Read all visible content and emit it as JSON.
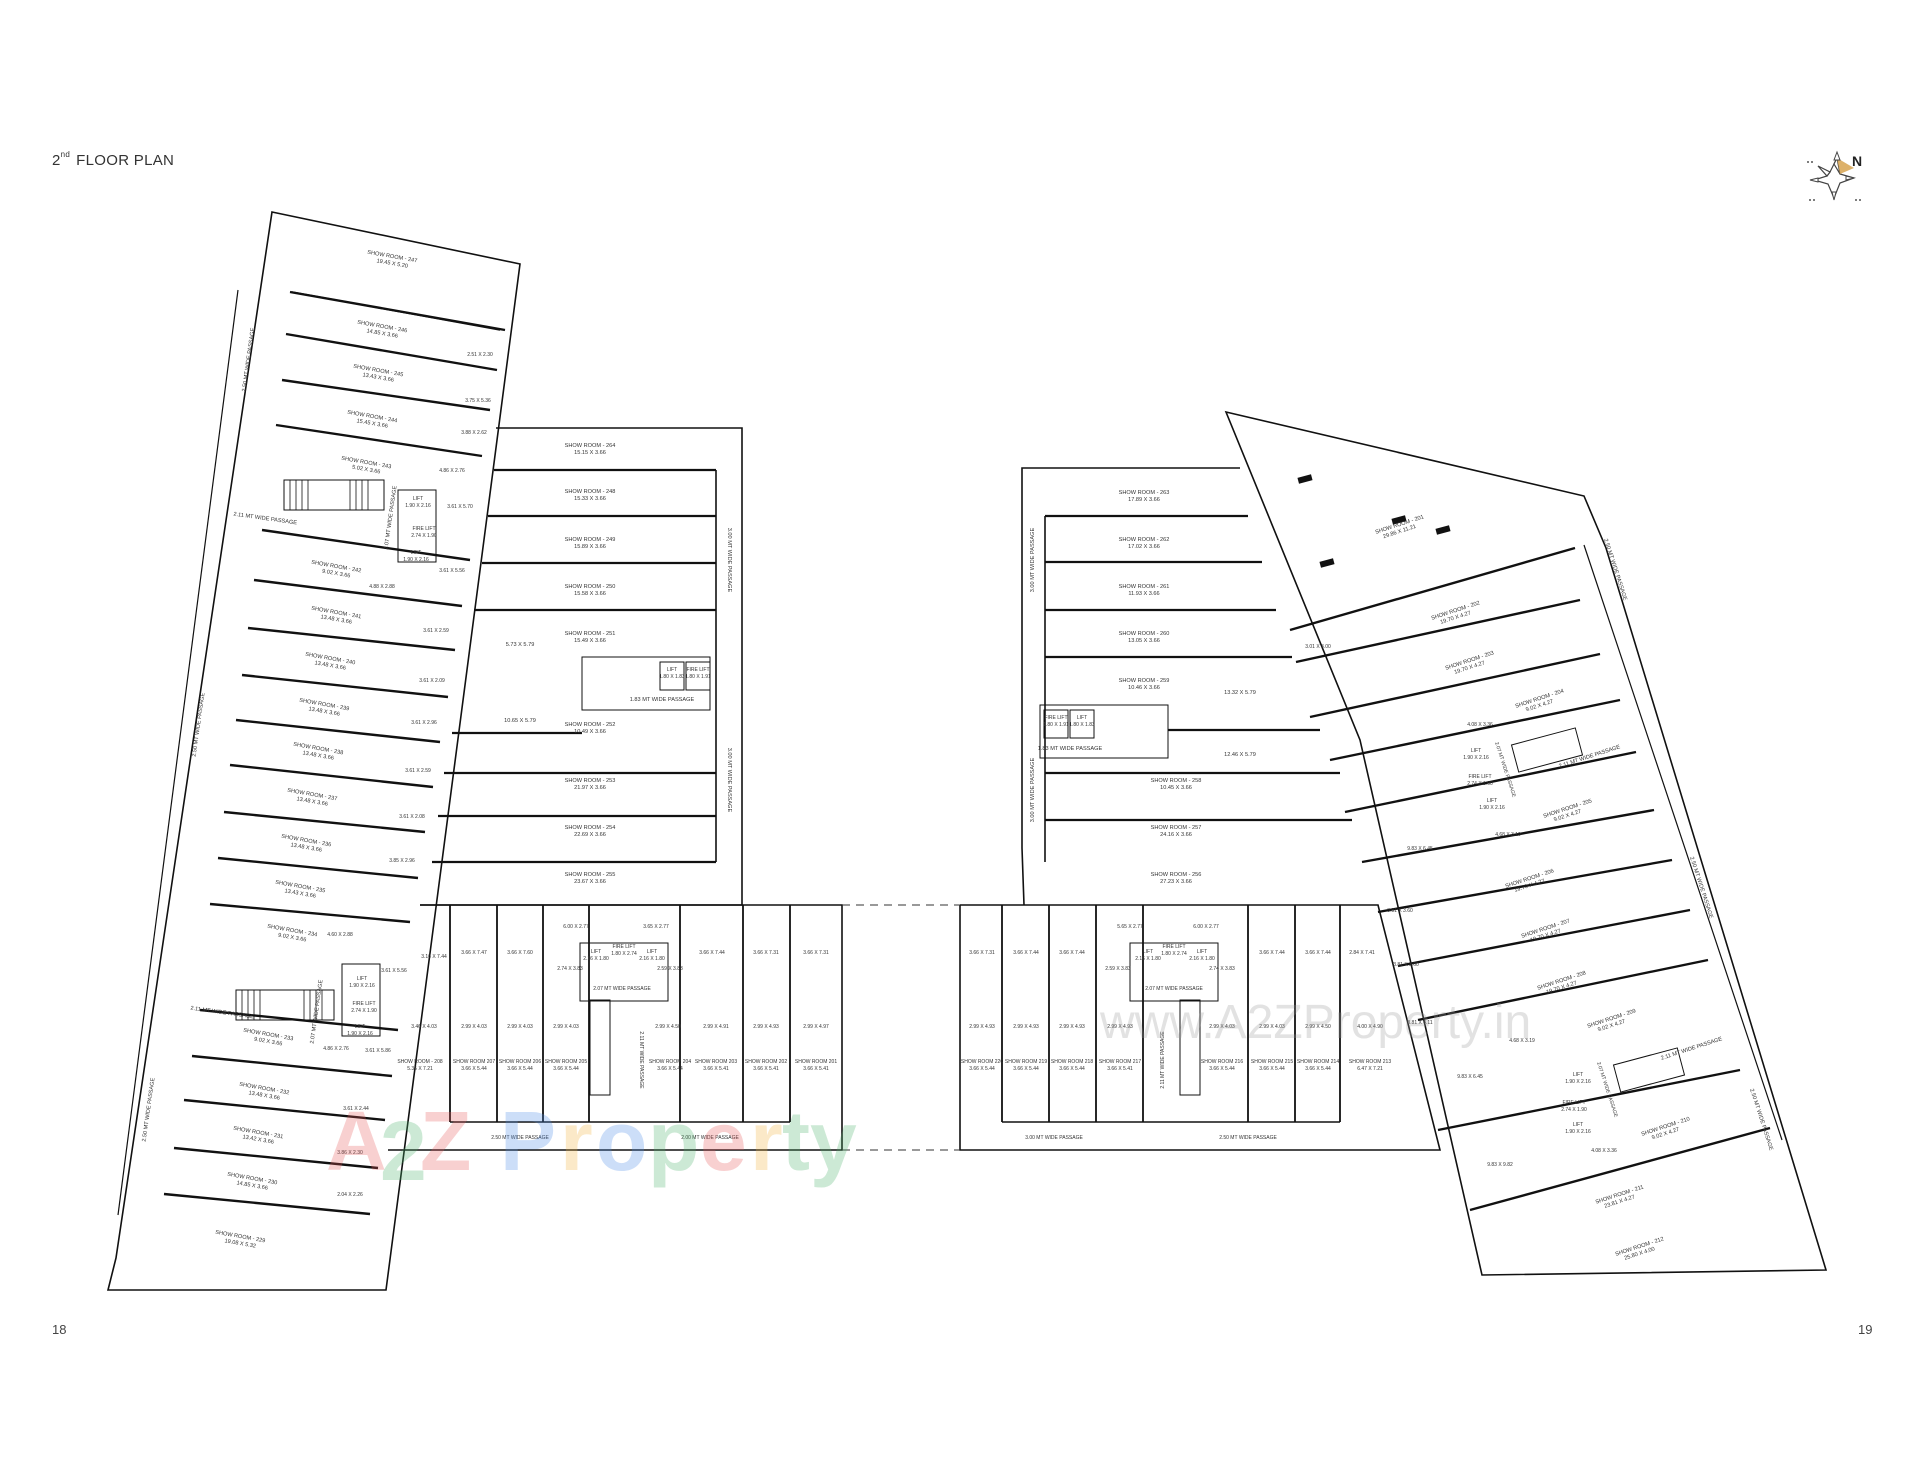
{
  "header": {
    "title_ordinal": "2",
    "title_suffix": "nd",
    "title_text": "FLOOR PLAN"
  },
  "compass": {
    "label": "N",
    "icon": "compass-north-icon",
    "accent_color": "#d9a85a"
  },
  "footer": {
    "page_left": "18",
    "page_right": "19"
  },
  "watermarks": {
    "logo_text": "A2Z Property",
    "url_text": "www.A2ZProperty.in",
    "colors": [
      "#e8585a",
      "#4db36b",
      "#4a8be8",
      "#f2b43c",
      "#4db36b",
      "#e8585a"
    ]
  },
  "plan": {
    "left_wing": {
      "passage_outer": "2.50 MT WIDE PASSAGE",
      "passage_upper": "2.11 MT WIDE PASSAGE",
      "passage_lower": "2.11 MT WIDE PASSAGE",
      "core_passage_upper": "2.07 MT WIDE PASSAGE",
      "core_passage_lower": "2.07 MT WIDE PASSAGE",
      "showrooms": [
        {
          "name": "SHOW ROOM - 247",
          "size": "19.45 X 5.20"
        },
        {
          "name": "SHOW ROOM - 246",
          "size": "14.85 X 3.66"
        },
        {
          "name": "SHOW ROOM - 245",
          "size": "13.43 X 3.66"
        },
        {
          "name": "SHOW ROOM - 244",
          "size": "15.45 X 3.66"
        },
        {
          "name": "SHOW ROOM - 243",
          "size": "5.02 X 3.66"
        },
        {
          "name": "SHOW ROOM - 242",
          "size": "9.02 X 3.66"
        },
        {
          "name": "SHOW ROOM - 241",
          "size": "13.48 X 3.66"
        },
        {
          "name": "SHOW ROOM - 240",
          "size": "13.48 X 3.66"
        },
        {
          "name": "SHOW ROOM - 239",
          "size": "13.48 X 3.66"
        },
        {
          "name": "SHOW ROOM - 238",
          "size": "13.48 X 3.66"
        },
        {
          "name": "SHOW ROOM - 237",
          "size": "13.48 X 3.66"
        },
        {
          "name": "SHOW ROOM - 236",
          "size": "13.48 X 3.66"
        },
        {
          "name": "SHOW ROOM - 235",
          "size": "13.43 X 3.66"
        },
        {
          "name": "SHOW ROOM - 234",
          "size": "9.02 X 3.66"
        },
        {
          "name": "SHOW ROOM - 233",
          "size": "9.02 X 3.66"
        },
        {
          "name": "SHOW ROOM - 232",
          "size": "13.48 X 3.66"
        },
        {
          "name": "SHOW ROOM - 231",
          "size": "13.42 X 3.66"
        },
        {
          "name": "SHOW ROOM - 230",
          "size": "14.85 X 3.66"
        },
        {
          "name": "SHOW ROOM - 229",
          "size": "19.08 X 5.32"
        }
      ],
      "annex_sizes": [
        "2.51 X 2.30",
        "3.75 X 5.36",
        "3.88 X 2.62",
        "4.86 X 2.76",
        "3.61 X 5.70",
        "3.61 X 5.56",
        "4.88 X 2.88",
        "3.61 X 2.59",
        "3.61 X 2.09",
        "3.61 X 2.96",
        "3.61 X 2.59",
        "3.61 X 2.08",
        "3.85 X 2.96",
        "4.60 X 2.88",
        "3.61 X 5.56",
        "4.86 X 2.76",
        "3.61 X 5.86",
        "3.61 X 2.44",
        "3.86 X 2.30",
        "2.04 X 2.26"
      ],
      "lifts": [
        {
          "label": "LIFT",
          "size": "1.90 X 2.16"
        },
        {
          "label": "FIRE LIFT",
          "size": "2.74 X 1.90"
        },
        {
          "label": "LIFT",
          "size": "1.90 X 2.16"
        }
      ]
    },
    "center_left": {
      "passage_side": "3.00 MT WIDE PASSAGE",
      "passage_core": "1.83 MT WIDE PASSAGE",
      "showrooms": [
        {
          "name": "SHOW ROOM - 264",
          "size": "15.15 X 3.66"
        },
        {
          "name": "SHOW ROOM - 248",
          "size": "15.33 X 3.66"
        },
        {
          "name": "SHOW ROOM - 249",
          "size": "15.89 X 3.66"
        },
        {
          "name": "SHOW ROOM - 250",
          "size": "15.58 X 3.66"
        },
        {
          "name": "SHOW ROOM - 251",
          "size": "15.49 X 3.66"
        },
        {
          "name": "SHOW ROOM - 252",
          "size": "10.49 X 3.66"
        },
        {
          "name": "SHOW ROOM - 253",
          "size": "21.97 X 3.66"
        },
        {
          "name": "SHOW ROOM - 254",
          "size": "22.69 X 3.66"
        },
        {
          "name": "SHOW ROOM - 255",
          "size": "23.67 X 3.66"
        }
      ],
      "extra_sizes": [
        "5.73 X 5.79",
        "10.65 X 5.79"
      ],
      "lifts": [
        {
          "label": "LIFT",
          "size": "1.80 X 1.83"
        },
        {
          "label": "FIRE LIFT",
          "size": "1.80 X 1.91"
        }
      ]
    },
    "bottom_left": {
      "passage_a": "2.50 MT WIDE PASSAGE",
      "passage_b": "2.00 MT WIDE PASSAGE",
      "passage_core": "2.07 MT WIDE PASSAGE",
      "passage_stair": "2.11 MT WIDE PASSAGE",
      "upper_sizes": [
        "3.16 X 7.44",
        "3.66 X 7.47",
        "3.66 X 7.60",
        "6.00 X 2.77",
        "2.74 X 3.83",
        "3.65 X 2.77",
        "2.59 X 3.83",
        "3.66 X 7.44",
        "3.66 X 7.31",
        "3.66 X 7.31"
      ],
      "mid_sizes": [
        "3.46 X 4.03",
        "2.99 X 4.03",
        "2.99 X 4.03",
        "2.99 X 4.03",
        "2.99 X 4.50",
        "2.99 X 4.91",
        "2.99 X 4.93",
        "2.99 X 4.97"
      ],
      "showrooms": [
        {
          "name": "SHOW ROOM - 208",
          "size": "5.35 X 7.21"
        },
        {
          "name": "SHOW ROOM 207",
          "size": "3.66 X 5.44"
        },
        {
          "name": "SHOW ROOM 206",
          "size": "3.66 X 5.44"
        },
        {
          "name": "SHOW ROOM 205",
          "size": "3.66 X 5.44"
        },
        {
          "name": "SHOW ROOM 204",
          "size": "3.66 X 5.44"
        },
        {
          "name": "SHOW ROOM 203",
          "size": "3.66 X 5.41"
        },
        {
          "name": "SHOW ROOM 202",
          "size": "3.66 X 5.41"
        },
        {
          "name": "SHOW ROOM 201",
          "size": "3.66 X 5.41"
        }
      ],
      "lifts": [
        {
          "label": "LIFT",
          "size": "2.16 X 1.80"
        },
        {
          "label": "FIRE LIFT",
          "size": "1.80 X 2.74"
        },
        {
          "label": "LIFT",
          "size": "2.16 X 1.80"
        }
      ]
    },
    "bottom_right": {
      "passage_a": "3.00 MT WIDE PASSAGE",
      "passage_b": "2.50 MT WIDE PASSAGE",
      "passage_core": "2.07 MT WIDE PASSAGE",
      "passage_stair": "2.11 MT WIDE PASSAGE",
      "upper_sizes": [
        "3.66 X 7.31",
        "3.66 X 7.44",
        "3.66 X 7.44",
        "5.65 X 2.77",
        "2.59 X 3.83",
        "6.00 X 2.77",
        "2.74 X 3.83",
        "3.66 X 7.44",
        "3.66 X 7.44",
        "2.84 X 7.41"
      ],
      "mid_sizes": [
        "2.99 X 4.93",
        "2.99 X 4.93",
        "2.99 X 4.93",
        "2.99 X 4.93",
        "2.99 X 4.03",
        "2.99 X 4.03",
        "2.99 X 4.50",
        "4.00 X 4.90"
      ],
      "showrooms": [
        {
          "name": "SHOW ROOM 220",
          "size": "3.66 X 5.44"
        },
        {
          "name": "SHOW ROOM 219",
          "size": "3.66 X 5.44"
        },
        {
          "name": "SHOW ROOM 218",
          "size": "3.66 X 5.44"
        },
        {
          "name": "SHOW ROOM 217",
          "size": "3.66 X 5.41"
        },
        {
          "name": "SHOW ROOM 216",
          "size": "3.66 X 5.44"
        },
        {
          "name": "SHOW ROOM 215",
          "size": "3.66 X 5.44"
        },
        {
          "name": "SHOW ROOM 214",
          "size": "3.66 X 5.44"
        },
        {
          "name": "SHOW ROOM 213",
          "size": "6.47 X 7.21"
        }
      ],
      "lifts": [
        {
          "label": "LIFT",
          "size": "2.16 X 1.80"
        },
        {
          "label": "FIRE LIFT",
          "size": "1.80 X 2.74"
        },
        {
          "label": "LIFT",
          "size": "2.16 X 1.80"
        }
      ]
    },
    "center_right": {
      "passage_side": "3.00 MT WIDE PASSAGE",
      "passage_core": "1.83 MT WIDE PASSAGE",
      "showrooms": [
        {
          "name": "SHOW ROOM - 263",
          "size": "17.89 X 3.66"
        },
        {
          "name": "SHOW ROOM - 262",
          "size": "17.02 X 3.66"
        },
        {
          "name": "SHOW ROOM - 261",
          "size": "11.93 X 3.66"
        },
        {
          "name": "SHOW ROOM - 260",
          "size": "13.05 X 3.66"
        },
        {
          "name": "SHOW ROOM - 259",
          "size": "10.46 X 3.66"
        },
        {
          "name": "SHOW ROOM - 258",
          "size": "10.45 X 3.66"
        },
        {
          "name": "SHOW ROOM - 257",
          "size": "24.16 X 3.66"
        },
        {
          "name": "SHOW ROOM - 256",
          "size": "27.23 X 3.66"
        }
      ],
      "extra_sizes": [
        "13.32 X 5.79",
        "12.46 X 5.79"
      ],
      "lifts": [
        {
          "label": "FIRE LIFT",
          "size": "1.80 X 1.91"
        },
        {
          "label": "LIFT",
          "size": "1.80 X 1.83"
        }
      ]
    },
    "right_wing": {
      "passage_outer_upper": "2.50 MT WIDE PASSAGE",
      "passage_outer_mid": "2.50 MT WIDE PASSAGE",
      "passage_outer_lower": "2.50 MT WIDE PASSAGE",
      "passage_upper": "2.11 MT WIDE PASSAGE",
      "passage_lower": "2.11 MT WIDE PASSAGE",
      "core_passage_upper": "2.07 MT WIDE PASSAGE",
      "core_passage_lower": "2.07 MT WIDE PASSAGE",
      "showrooms": [
        {
          "name": "SHOW ROOM - 201",
          "size": "29.86 X 11.21"
        },
        {
          "name": "SHOW ROOM - 202",
          "size": "19.70 X 4.27"
        },
        {
          "name": "SHOW ROOM - 203",
          "size": "19.70 X 4.27"
        },
        {
          "name": "SHOW ROOM - 204",
          "size": "9.02 X 4.27"
        },
        {
          "name": "SHOW ROOM - 205",
          "size": "9.02 X 4.27"
        },
        {
          "name": "SHOW ROOM - 206",
          "size": "19.70 X 4.27"
        },
        {
          "name": "SHOW ROOM - 207",
          "size": "19.70 X 4.27"
        },
        {
          "name": "SHOW ROOM - 208",
          "size": "19.70 X 4.27"
        },
        {
          "name": "SHOW ROOM - 209",
          "size": "9.02 X 4.27"
        },
        {
          "name": "SHOW ROOM - 210",
          "size": "9.02 X 4.27"
        },
        {
          "name": "SHOW ROOM - 211",
          "size": "23.81 X 4.27"
        },
        {
          "name": "SHOW ROOM - 212",
          "size": "25.80 X 4.00"
        }
      ],
      "annex_sizes": [
        "3.01 X 3.00",
        "4.08 X 3.36",
        "9.83 X 6.45",
        "4.68 X 3.19",
        "3.81 X 3.60",
        "3.81 X 3.60",
        "3.81 X 4.11",
        "4.68 X 3.19",
        "9.83 X 6.45",
        "4.08 X 3.36",
        "9.83 X 9.82"
      ],
      "lifts": [
        {
          "label": "LIFT",
          "size": "1.90 X 2.16"
        },
        {
          "label": "FIRE LIFT",
          "size": "2.74 X 1.90"
        },
        {
          "label": "LIFT",
          "size": "1.90 X 2.16"
        }
      ]
    }
  }
}
